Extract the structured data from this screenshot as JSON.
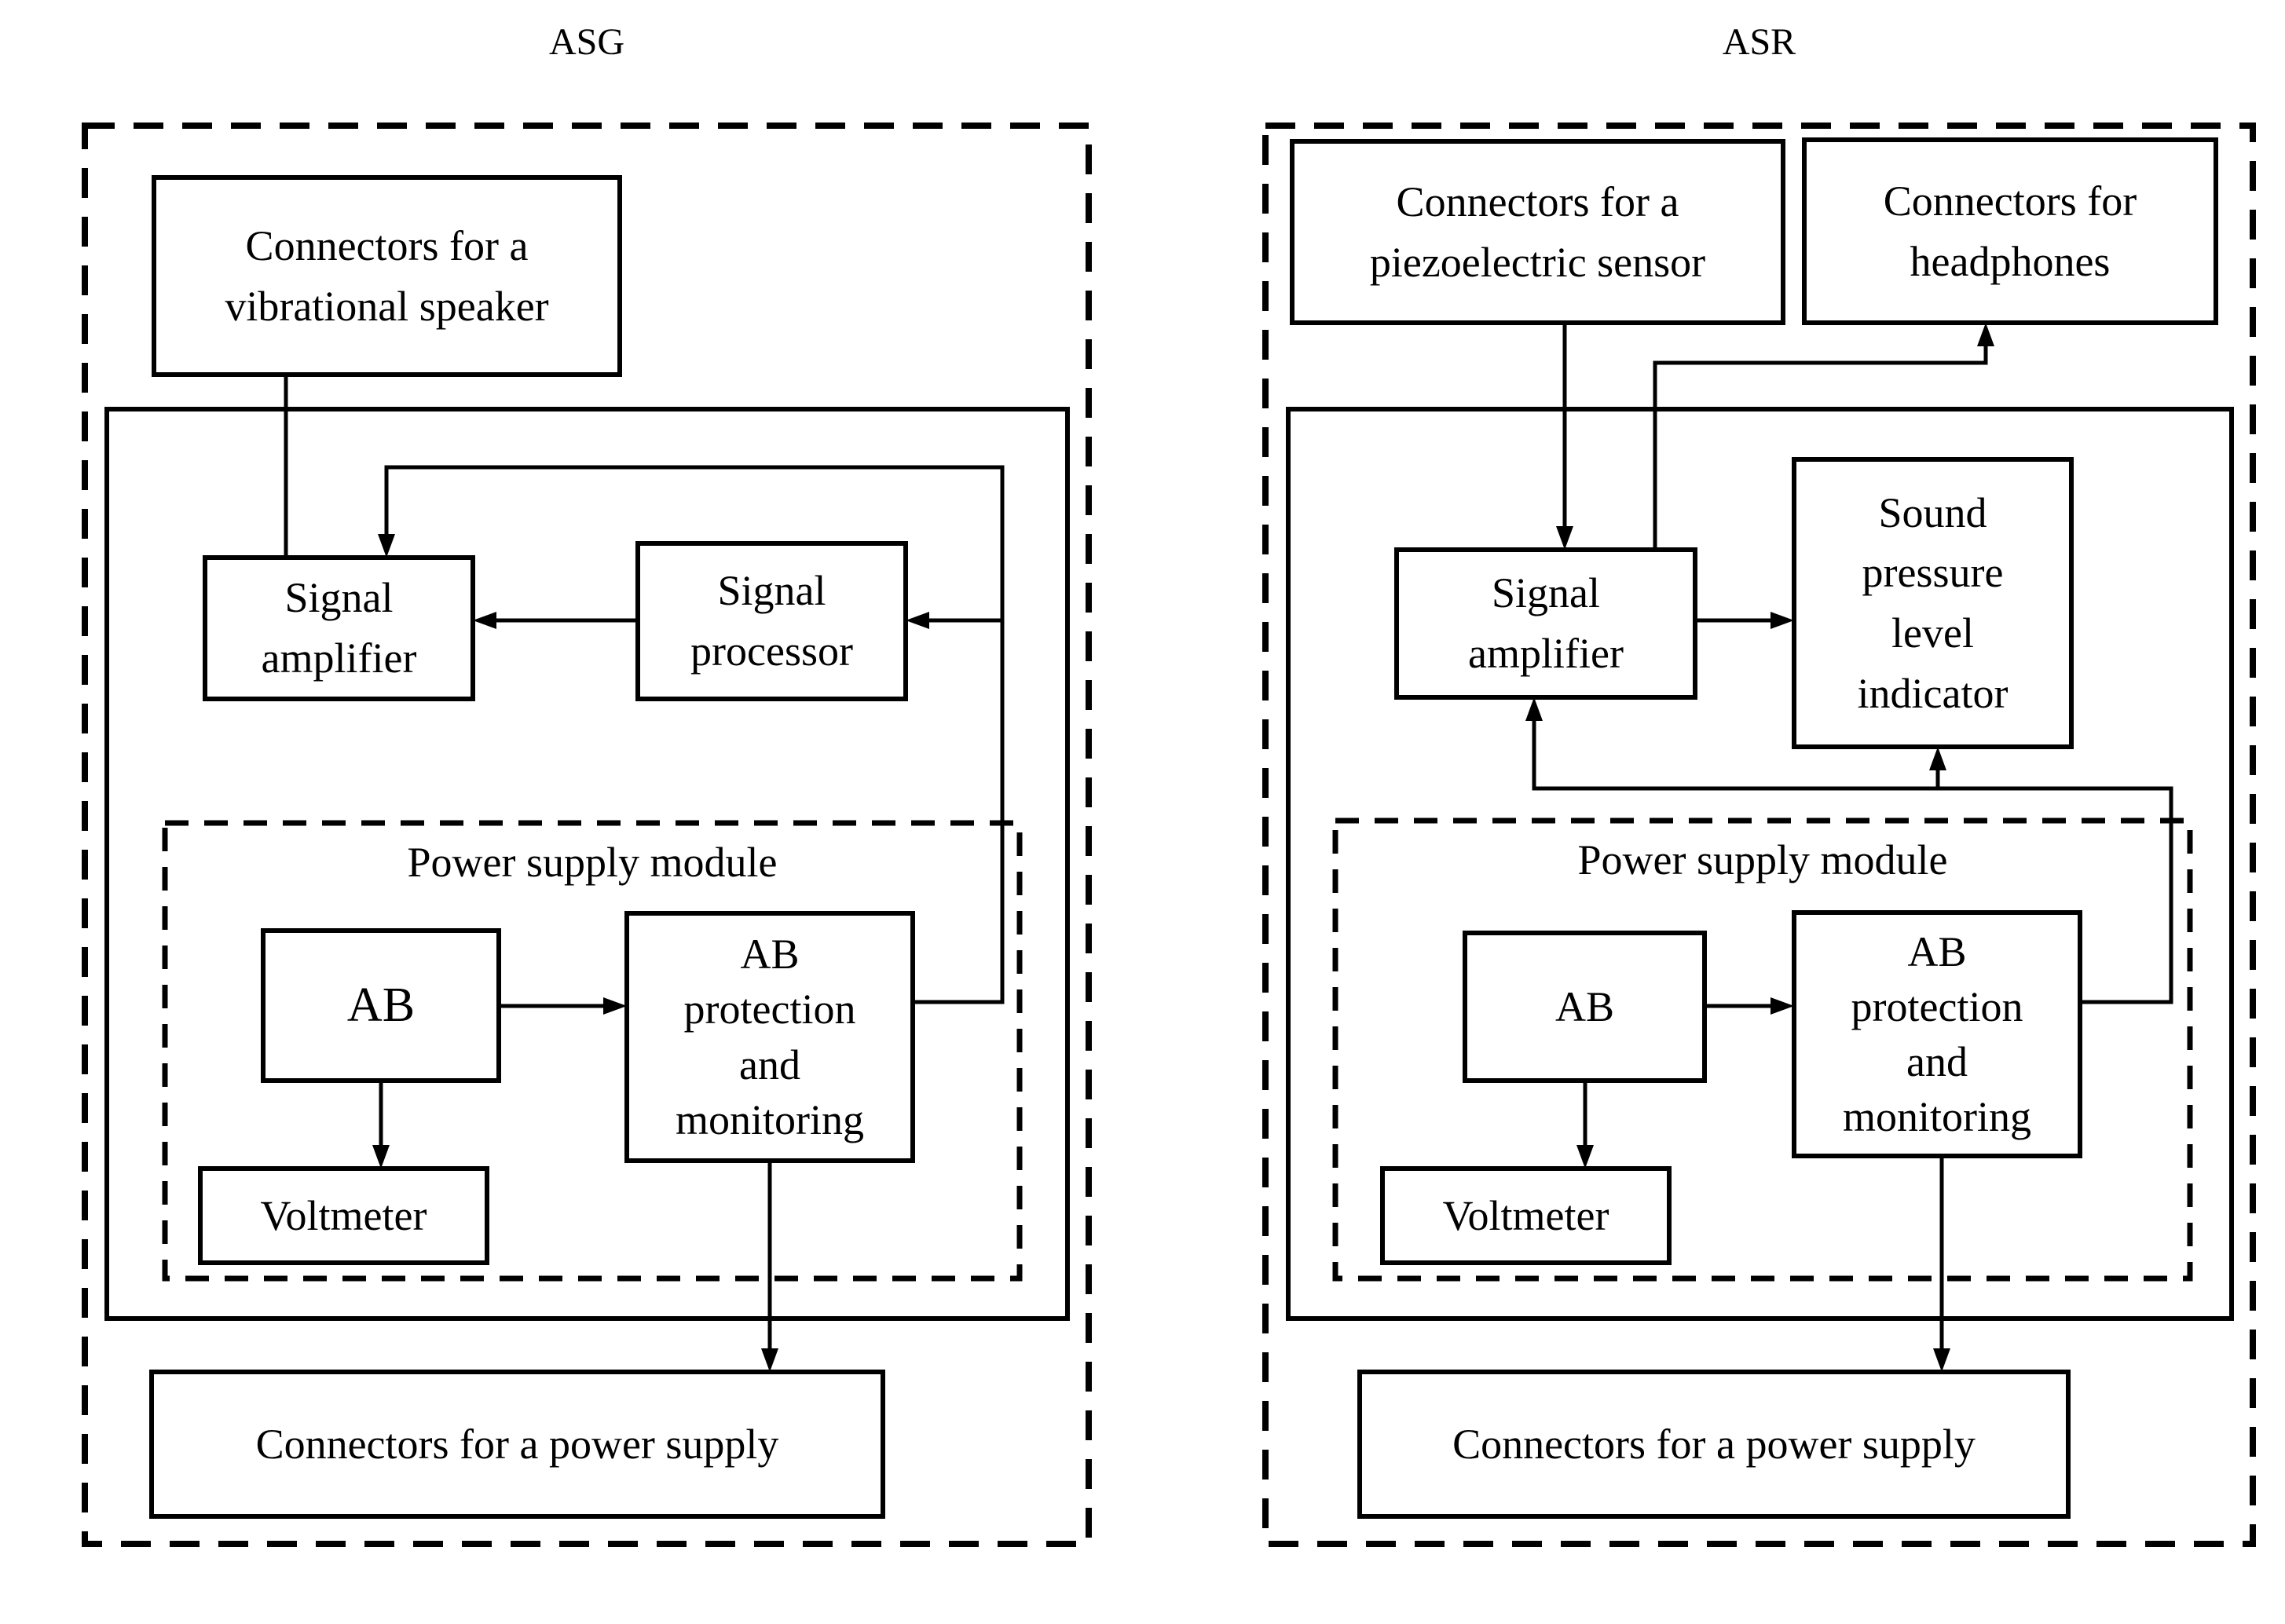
{
  "figure": {
    "background_color": "#ffffff",
    "ink_color": "#000000"
  },
  "asg": {
    "title": "ASG",
    "blocks": {
      "speaker_connectors": "Connectors for a\nvibrational speaker",
      "signal_amplifier": "Signal\namplifier",
      "signal_processor": "Signal\nprocessor",
      "power_supply_module": "Power supply module",
      "battery": "AB",
      "battery_protection": "AB\nprotection\nand\nmonitoring",
      "voltmeter": "Voltmeter",
      "power_supply_connectors": "Connectors for a power supply"
    }
  },
  "asr": {
    "title": "ASR",
    "blocks": {
      "sensor_connectors": "Connectors for a\npiezoelectric sensor",
      "headphones_connectors": "Connectors for\nheadphones",
      "signal_amplifier": "Signal\namplifier",
      "spl_indicator": "Sound\npressure\nlevel\nindicator",
      "power_supply_module": "Power supply module",
      "battery": "AB",
      "battery_protection": "AB\nprotection\nand\nmonitoring",
      "voltmeter": "Voltmeter",
      "power_supply_connectors": "Connectors for a power supply"
    }
  }
}
